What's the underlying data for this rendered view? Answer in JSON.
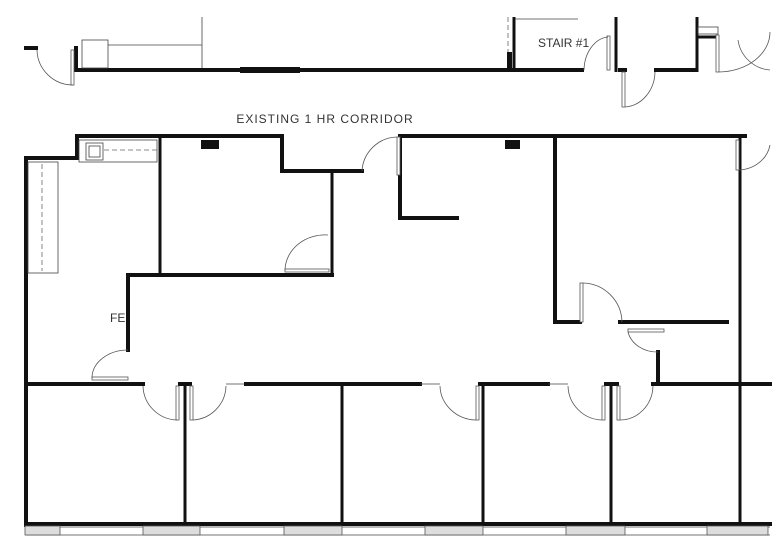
{
  "labels": {
    "corridor": "EXISTING 1 HR CORRIDOR",
    "stair": "STAIR #1",
    "fire_extinguisher": "FE"
  }
}
